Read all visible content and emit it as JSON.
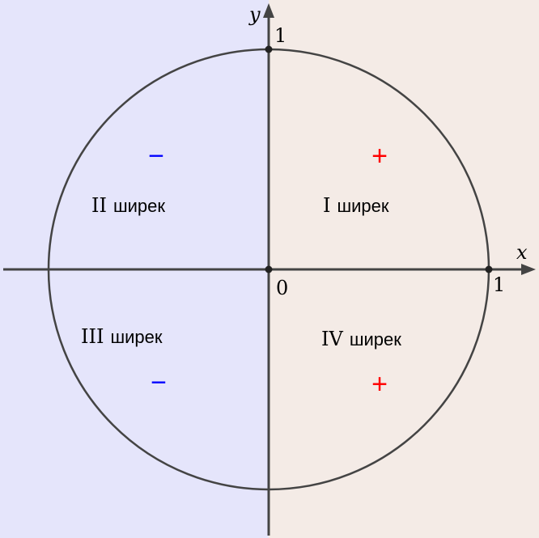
{
  "axes": {
    "x_label": "x",
    "y_label": "y",
    "origin_label": "0",
    "x_unit_label": "1",
    "y_unit_label": "1"
  },
  "quadrants": [
    {
      "numeral": "I",
      "word": "ширек",
      "sign": "+",
      "sign_color": "#ff0000"
    },
    {
      "numeral": "II",
      "word": "ширек",
      "sign": "−",
      "sign_color": "#0000ff"
    },
    {
      "numeral": "III",
      "word": "ширек",
      "sign": "−",
      "sign_color": "#0000ff"
    },
    {
      "numeral": "IV",
      "word": "ширек",
      "sign": "+",
      "sign_color": "#ff0000"
    }
  ],
  "colors": {
    "left_bg": "#e5e5fb",
    "right_bg": "#f4ebe6",
    "stroke": "#444444"
  }
}
